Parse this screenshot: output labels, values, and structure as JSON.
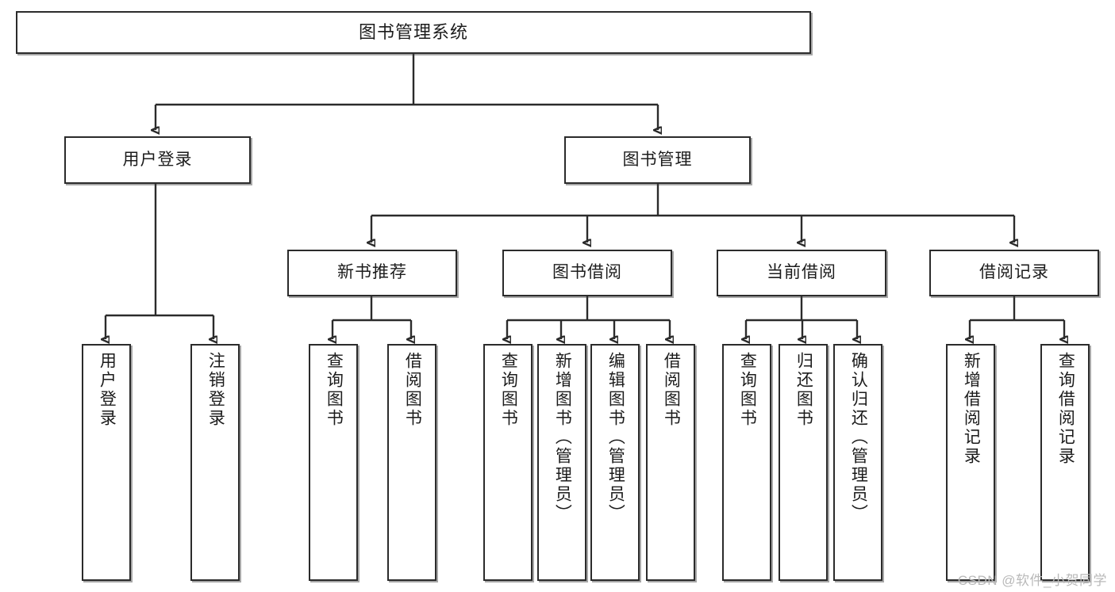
{
  "diagram": {
    "title": "图书管理系统",
    "type": "functional-structure-tree",
    "watermark": "CSDN @软件_小贺同学",
    "colors": {
      "box_border": "#2b2b2b",
      "box_fill": "#ffffff",
      "connector": "#2b2b2b",
      "text": "#1c1c1c",
      "watermark": "#b9b9b9",
      "background": "#ffffff"
    }
  },
  "nodes": {
    "root": {
      "label": "图书管理系统"
    },
    "level2": [
      {
        "label": "用户登录"
      },
      {
        "label": "图书管理"
      }
    ],
    "level3": [
      {
        "label": "新书推荐"
      },
      {
        "label": "图书借阅"
      },
      {
        "label": "当前借阅"
      },
      {
        "label": "借阅记录"
      }
    ],
    "leaves": {
      "user_login": [
        {
          "label": "用户登录"
        },
        {
          "label": "注销登录"
        }
      ],
      "new_book_recommend": [
        {
          "label": "查询图书"
        },
        {
          "label": "借阅图书"
        }
      ],
      "book_borrow": [
        {
          "label": "查询图书"
        },
        {
          "label": "新增图书（管理员）"
        },
        {
          "label": "编辑图书（管理员）"
        },
        {
          "label": "借阅图书"
        }
      ],
      "current_borrow": [
        {
          "label": "查询图书"
        },
        {
          "label": "归还图书"
        },
        {
          "label": "确认归还（管理员）"
        }
      ],
      "borrow_record": [
        {
          "label": "新增借阅记录"
        },
        {
          "label": "查询借阅记录"
        }
      ]
    }
  }
}
